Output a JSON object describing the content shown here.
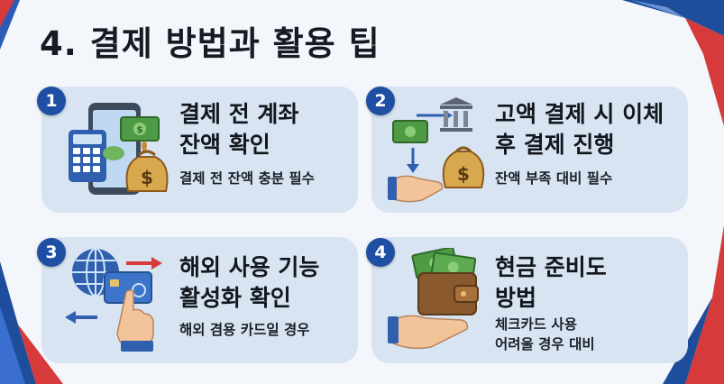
{
  "page_title": "4. 결제 방법과 활용 팁",
  "colors": {
    "badge": "#1f4fa3",
    "card_bg": "#d8e4f2",
    "accent_blue": "#1e4d9c",
    "accent_red": "#d63a3a",
    "money_green": "#4f9a45",
    "coin_gold": "#d8a84e"
  },
  "cards": [
    {
      "number": "1",
      "title_line1": "결제 전 계좌",
      "title_line2": "잔액 확인",
      "subtitle_line1": "결제 전 잔액 충분 필수",
      "subtitle_line2": "",
      "icon": "phone-calculator-money-bag-icon"
    },
    {
      "number": "2",
      "title_line1": "고액 결제 시 이체",
      "title_line2": "후 결제 진행",
      "subtitle_line1": "잔액 부족 대비 필수",
      "subtitle_line2": "",
      "icon": "bank-transfer-hand-icon"
    },
    {
      "number": "3",
      "title_line1": "해외 사용 기능",
      "title_line2": "활성화 확인",
      "subtitle_line1": "해외 겸용 카드일 경우",
      "subtitle_line2": "",
      "icon": "globe-card-tap-icon"
    },
    {
      "number": "4",
      "title_line1": "현금 준비도",
      "title_line2": "방법",
      "subtitle_line1": "체크카드 사용",
      "subtitle_line2": "어려울 경우 대비",
      "icon": "wallet-cash-hand-icon"
    }
  ]
}
